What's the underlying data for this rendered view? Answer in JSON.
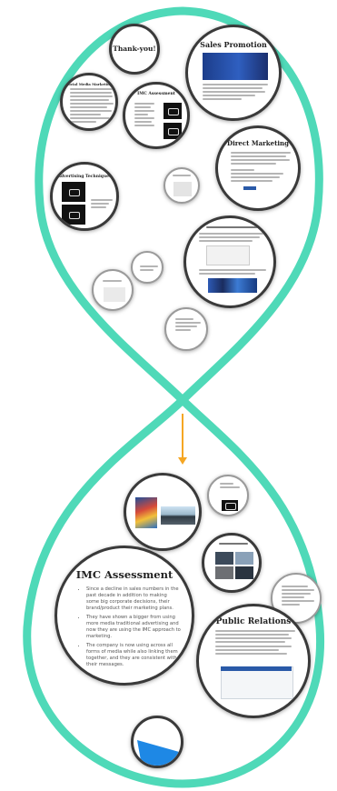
{
  "colors": {
    "path": "#4fd9b8",
    "arrow": "#f5a623",
    "circle_border": "#3a3a3a"
  },
  "top_section": {
    "thank_you": {
      "title": "Thank-you!"
    },
    "sales_promotion": {
      "title": "Sales Promotion"
    },
    "direct_marketing": {
      "title": "Direct Marketing"
    },
    "advertising": {
      "title": "Advertising Techniques"
    },
    "imc_small": {
      "title": "IMC Assessment"
    },
    "social_media": {
      "title": "Social Media Marketing"
    }
  },
  "bottom_section": {
    "imc_assessment": {
      "title": "IMC Assessment",
      "bullets": [
        "Since a decline in sales numbers in the past decade in addition to making some big corporate decisions, their brand/product their marketing plans.",
        "They have shown a bigger from using more media traditional advertising and now they are using the IMC approach to marketing.",
        "The company is now using across all forms of media while also linking them together, and they are consistent with their messages."
      ]
    },
    "public_relations": {
      "title": "Public Relations"
    }
  }
}
